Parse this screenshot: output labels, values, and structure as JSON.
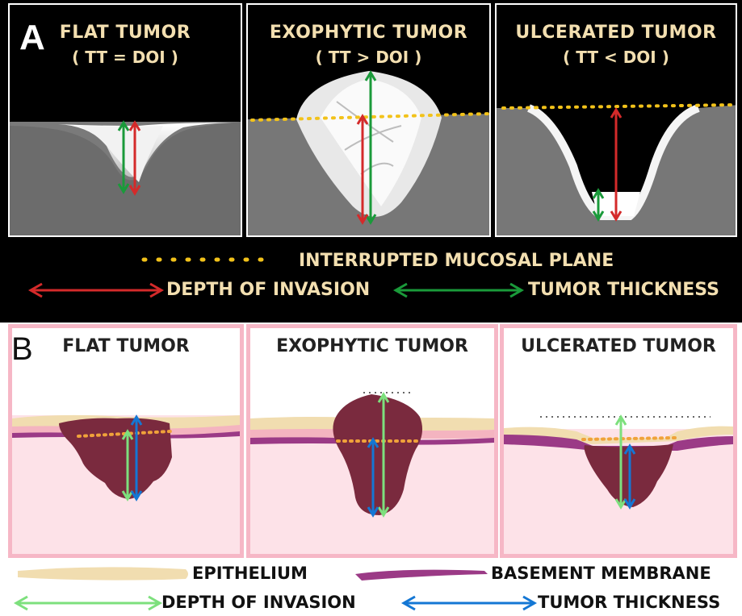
{
  "panel_a": {
    "letter": "A",
    "tiles": [
      {
        "title": "FLAT TUMOR",
        "subtitle": "( TT = DOI )"
      },
      {
        "title": "EXOPHYTIC TUMOR",
        "subtitle": "( TT > DOI )"
      },
      {
        "title": "ULCERATED TUMOR",
        "subtitle": "( TT < DOI )"
      }
    ],
    "legend": {
      "mucosal_plane": "INTERRUPTED MUCOSAL PLANE",
      "depth_of_invasion": "DEPTH OF INVASION",
      "tumor_thickness": "TUMOR THICKNESS"
    }
  },
  "panel_b": {
    "letter": "B",
    "tiles": [
      {
        "title": "FLAT TUMOR"
      },
      {
        "title": "EXOPHYTIC TUMOR"
      },
      {
        "title": "ULCERATED TUMOR"
      }
    ],
    "legend": {
      "epithelium": "EPITHELIUM",
      "basement_membrane": "BASEMENT MEMBRANE",
      "depth_of_invasion": "DEPTH OF INVASION",
      "tumor_thickness": "TUMOR THICKNESS"
    }
  },
  "colors": {
    "doi_a": "#d42a2a",
    "tt_a": "#1a9a3a",
    "mucosal_dots": "#f2c21a",
    "text_a": "#f3dfb0",
    "doi_b": "#7de07d",
    "tt_b": "#1477d4",
    "epithelium": "#f1ddb0",
    "basement_membrane": "#9b3a86",
    "tumor_b": "#7a2a3e",
    "stroma_b": "#fde2e8"
  }
}
